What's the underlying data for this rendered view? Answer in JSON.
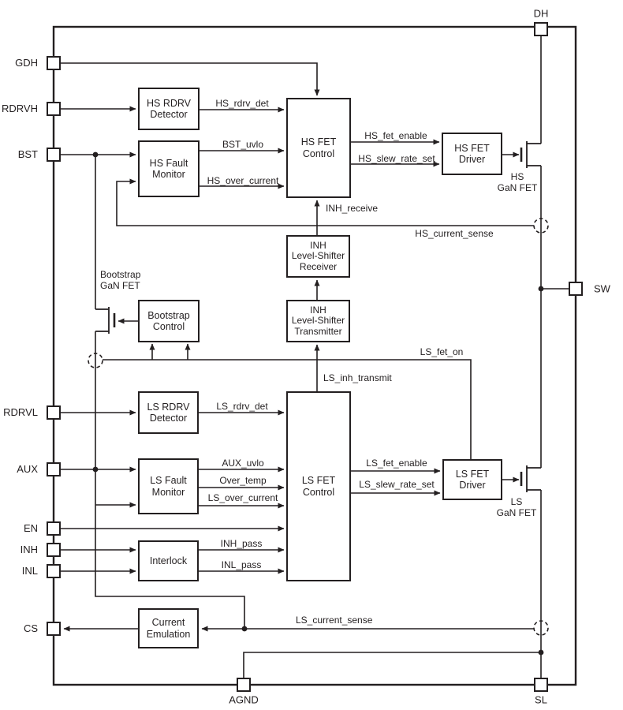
{
  "diagram": {
    "pins": {
      "gdh": "GDH",
      "rdrvh": "RDRVH",
      "bst": "BST",
      "rdrvl": "RDRVL",
      "aux": "AUX",
      "en": "EN",
      "inh": "INH",
      "inl": "INL",
      "cs": "CS",
      "dh": "DH",
      "sw": "SW",
      "agnd": "AGND",
      "sl": "SL"
    },
    "blocks": {
      "hs_rdrv_detector": "HS RDRV\nDetector",
      "hs_fault_monitor": "HS Fault\nMonitor",
      "hs_fet_control": "HS FET\nControl",
      "hs_fet_driver": "HS FET\nDriver",
      "inh_level_shifter_receiver": "INH\nLevel-Shifter\nReceiver",
      "inh_level_shifter_transmitter": "INH\nLevel-Shifter\nTransmitter",
      "bootstrap_control": "Bootstrap\nControl",
      "ls_rdrv_detector": "LS RDRV\nDetector",
      "ls_fault_monitor": "LS Fault\nMonitor",
      "ls_fet_control": "LS FET\nControl",
      "ls_fet_driver": "LS FET\nDriver",
      "interlock": "Interlock",
      "current_emulation": "Current\nEmulation"
    },
    "signals": {
      "hs_rdrv_det": "HS_rdrv_det",
      "bst_uvlo": "BST_uvlo",
      "hs_over_current": "HS_over_current",
      "hs_fet_enable": "HS_fet_enable",
      "hs_slew_rate_set": "HS_slew_rate_set",
      "inh_receive": "INH_receive",
      "hs_current_sense": "HS_current_sense",
      "ls_fet_on": "LS_fet_on",
      "ls_inh_transmit": "LS_inh_transmit",
      "ls_rdrv_det": "LS_rdrv_det",
      "aux_uvlo": "AUX_uvlo",
      "over_temp": "Over_temp",
      "ls_over_current": "LS_over_current",
      "ls_fet_enable": "LS_fet_enable",
      "ls_slew_rate_set": "LS_slew_rate_set",
      "inh_pass": "INH_pass",
      "inl_pass": "INL_pass",
      "ls_current_sense": "LS_current_sense"
    },
    "fets": {
      "bootstrap_gan_fet": "Bootstrap\nGaN FET",
      "hs_gan_fet": "HS\nGaN FET",
      "ls_gan_fet": "LS\nGaN FET"
    },
    "colors": {
      "line": "#231f20",
      "background": "#ffffff"
    }
  }
}
